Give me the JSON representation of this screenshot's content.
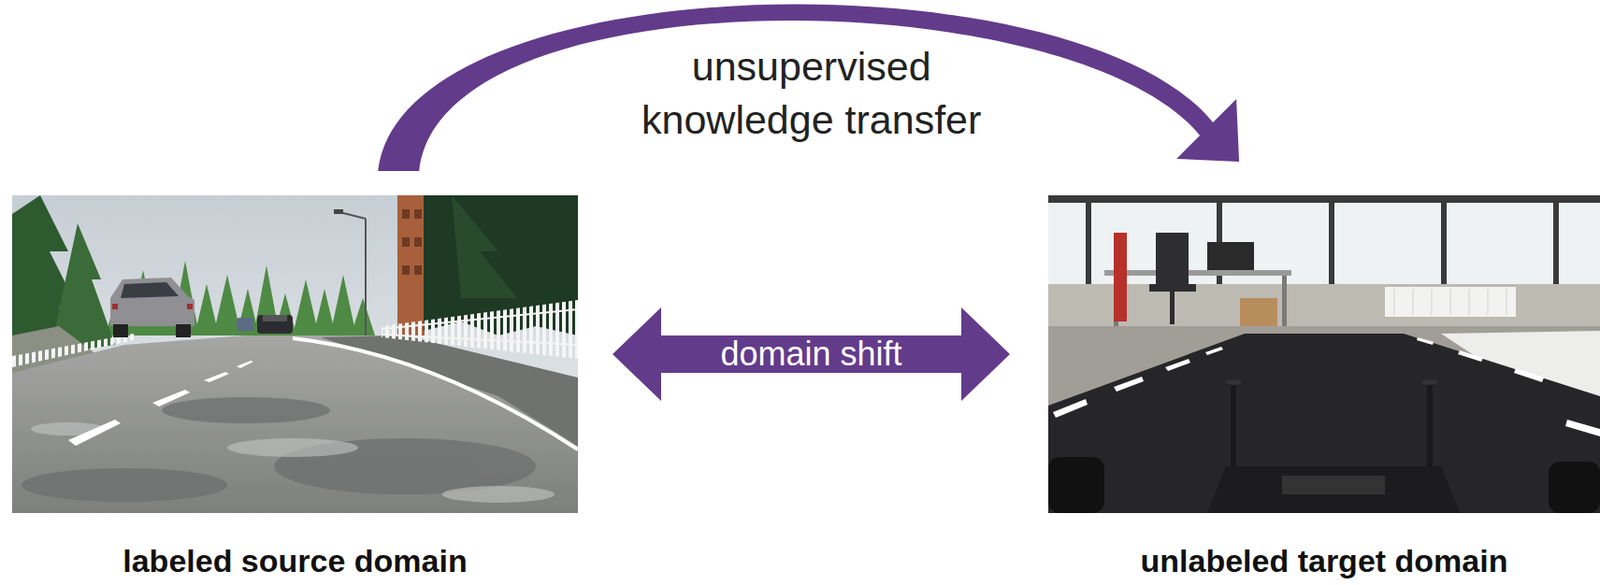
{
  "diagram": {
    "nodes": [
      {
        "text": [
          "labeled source domain"
        ]
      },
      {
        "text": [
          "unlabeled target domain"
        ]
      }
    ],
    "edges": [
      {
        "from": 0,
        "to": 1,
        "arrow": "to",
        "label": "unsupervised knowledge transfer"
      },
      {
        "from": 0,
        "to": 1,
        "arrow": "both",
        "label": "domain shift"
      }
    ]
  }
}
